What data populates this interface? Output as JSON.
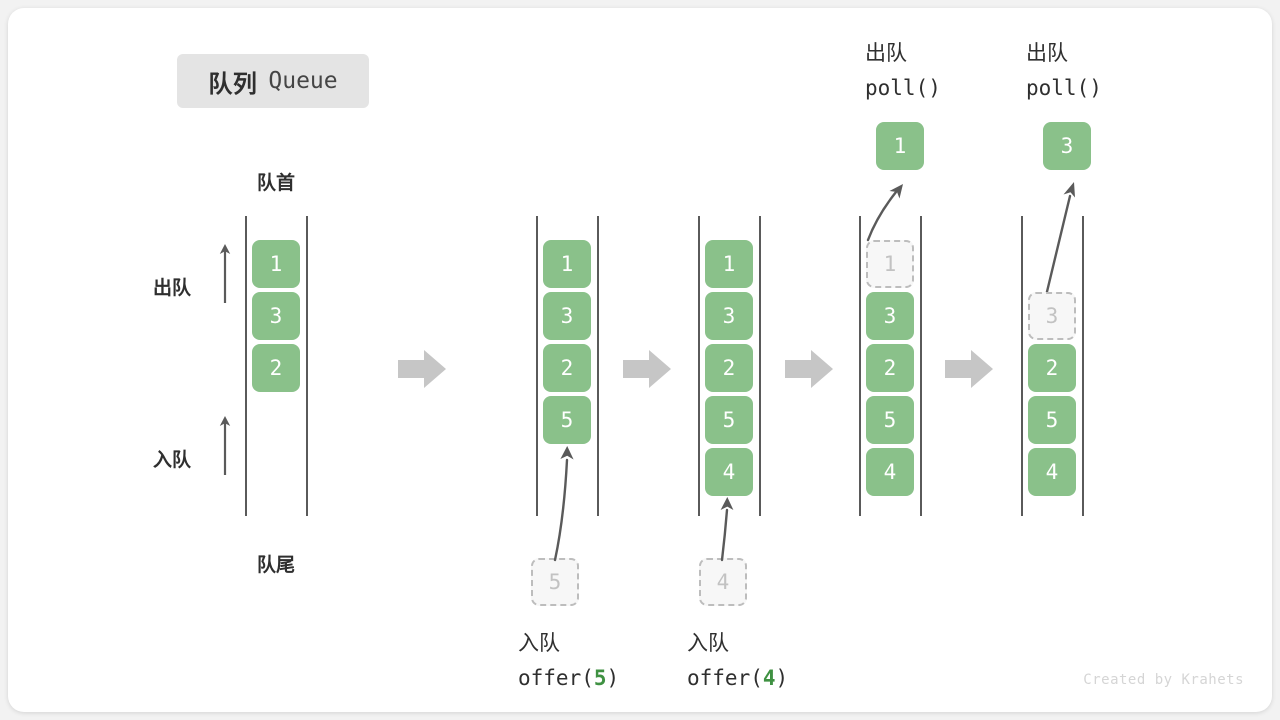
{
  "diagram": {
    "title_cn": "队列",
    "title_en": "Queue",
    "watermark": "Created by Krahets",
    "head_label": "队首",
    "tail_label": "队尾",
    "dequeue_label": "出队",
    "enqueue_label": "入队",
    "colors": {
      "element": "#8ac18a",
      "ghost_border": "#bdbdbd",
      "ghost_fill": "#f7f7f7",
      "rail": "#5a5a5a",
      "step_arrow": "#c6c6c6",
      "code_number": "#3f9142",
      "badge_bg": "#e4e4e4"
    }
  },
  "steps": [
    {
      "id": "initial",
      "elements": [
        "1",
        "3",
        "2"
      ],
      "ghost_index": -1,
      "op_cn": "",
      "op_code": "",
      "popped": null
    },
    {
      "id": "offer-5",
      "elements": [
        "1",
        "3",
        "2",
        "5"
      ],
      "ghost_index": -1,
      "op_cn": "入队",
      "op_code_prefix": "offer(",
      "op_code_num": "5",
      "op_code_suffix": ")",
      "incoming": "5",
      "popped": null
    },
    {
      "id": "offer-4",
      "elements": [
        "1",
        "3",
        "2",
        "5",
        "4"
      ],
      "ghost_index": -1,
      "op_cn": "入队",
      "op_code_prefix": "offer(",
      "op_code_num": "4",
      "op_code_suffix": ")",
      "incoming": "4",
      "popped": null
    },
    {
      "id": "poll-1",
      "elements": [
        "1",
        "3",
        "2",
        "5",
        "4"
      ],
      "ghost_index": 0,
      "op_cn": "出队",
      "op_code_prefix": "poll(",
      "op_code_num": "",
      "op_code_suffix": ")",
      "popped": "1"
    },
    {
      "id": "poll-3",
      "elements": [
        "3",
        "2",
        "5",
        "4"
      ],
      "ghost_index": 0,
      "op_cn": "出队",
      "op_code_prefix": "poll(",
      "op_code_num": "",
      "op_code_suffix": ")",
      "popped": "3"
    }
  ],
  "columns": {
    "col1": {
      "values": [
        "1",
        "3",
        "2"
      ]
    },
    "col2": {
      "values": [
        "1",
        "3",
        "2",
        "5"
      ],
      "ghost": "5"
    },
    "col3": {
      "values": [
        "1",
        "3",
        "2",
        "5",
        "4"
      ],
      "ghost": "4"
    },
    "col4": {
      "values": [
        "1",
        "3",
        "2",
        "5",
        "4"
      ],
      "popped": "1"
    },
    "col5": {
      "values": [
        "3",
        "2",
        "5",
        "4"
      ],
      "popped": "3"
    }
  },
  "labels": {
    "poll_header_cn": "出队",
    "poll_header_code": "poll()",
    "offer_5_cn": "入队",
    "offer_5_code_prefix": "offer(",
    "offer_5_code_num": "5",
    "offer_5_code_suffix": ")",
    "offer_4_cn": "入队",
    "offer_4_code_prefix": "offer(",
    "offer_4_code_num": "4",
    "offer_4_code_suffix": ")"
  }
}
